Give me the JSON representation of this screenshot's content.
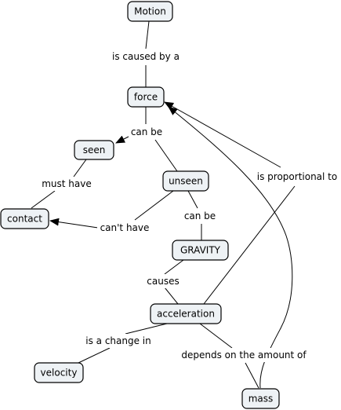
{
  "concepts": {
    "motion": "Motion",
    "force": "force",
    "seen": "seen",
    "unseen": "unseen",
    "contact": "contact",
    "gravity": "GRAVITY",
    "acceleration": "acceleration",
    "velocity": "velocity",
    "mass": "mass"
  },
  "links": {
    "is_caused_by_a": "is caused by a",
    "can_be_1": "can be",
    "must_have": "must have",
    "cant_have": "can't have",
    "can_be_2": "can be",
    "causes": "causes",
    "is_proportional_to": "is proportional to",
    "is_a_change_in": "is a change in",
    "depends_on_the_amount_of": "depends on the amount of"
  }
}
